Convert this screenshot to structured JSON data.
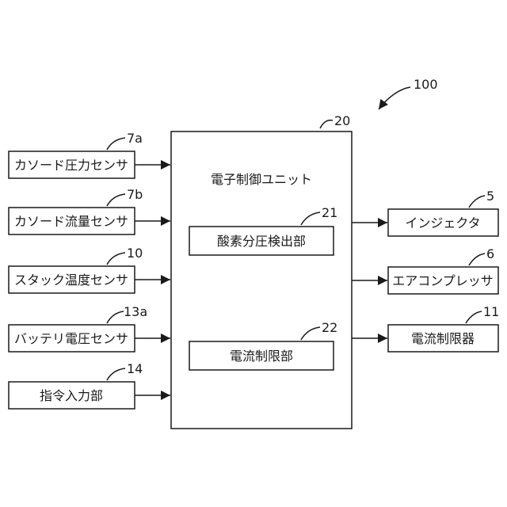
{
  "system_ref": "100",
  "ecu": {
    "ref": "20",
    "label": "電子制御ユニット"
  },
  "sub_blocks": [
    {
      "ref": "21",
      "label": "酸素分圧検出部"
    },
    {
      "ref": "22",
      "label": "電流制限部"
    }
  ],
  "inputs": [
    {
      "ref": "7a",
      "label": "カソード圧力センサ"
    },
    {
      "ref": "7b",
      "label": "カソード流量センサ"
    },
    {
      "ref": "10",
      "label": "スタック温度センサ"
    },
    {
      "ref": "13a",
      "label": "バッテリ電圧センサ"
    },
    {
      "ref": "14",
      "label": "指令入力部"
    }
  ],
  "outputs": [
    {
      "ref": "5",
      "label": "インジェクタ"
    },
    {
      "ref": "6",
      "label": "エアコンプレッサ"
    },
    {
      "ref": "11",
      "label": "電流制限器"
    }
  ]
}
